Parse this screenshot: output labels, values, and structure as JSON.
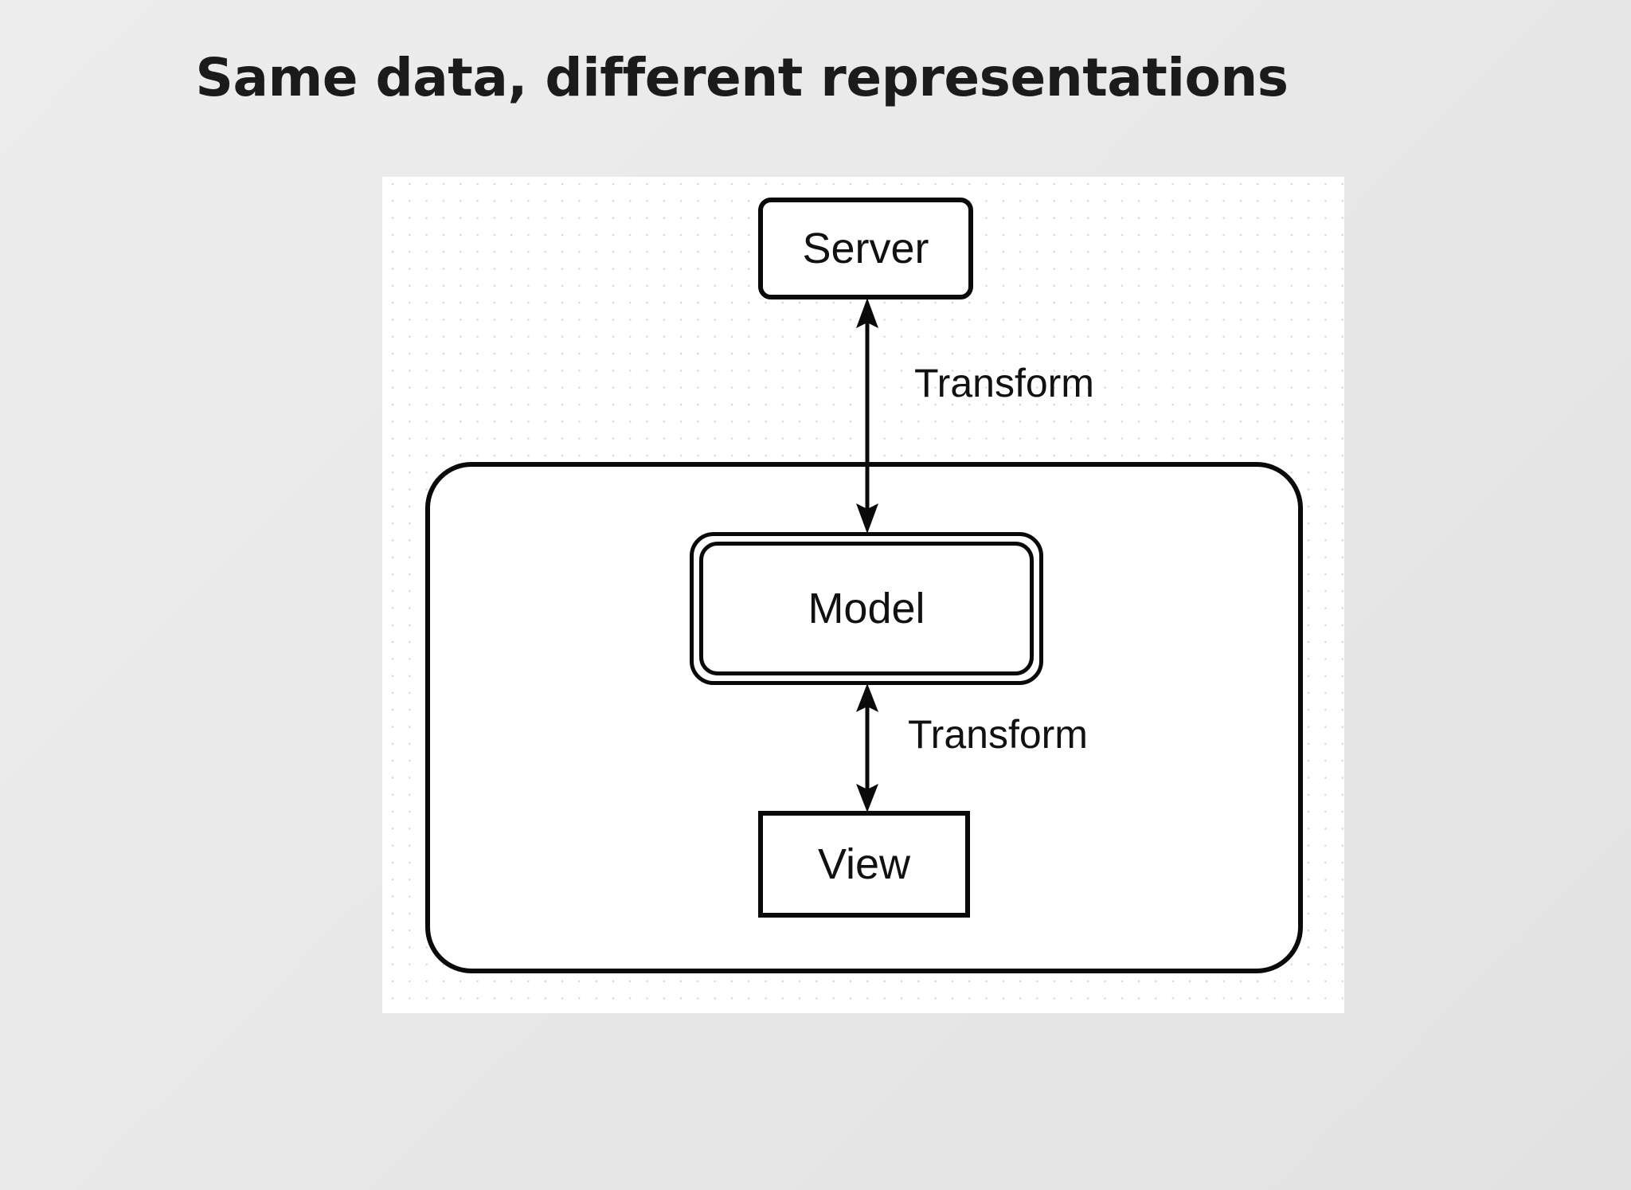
{
  "slide": {
    "title": "Same data, different representations",
    "background_color": "#eaeaea"
  },
  "diagram": {
    "canvas": {
      "name": "dotted-grid-canvas",
      "background_color": "#ffffff",
      "dot_color": "#d4d4d4"
    },
    "container": {
      "name": "client-container",
      "label": "",
      "shape": "rounded-rectangle",
      "border_color": "#0a0a0a"
    },
    "nodes": [
      {
        "id": "server",
        "label": "Server",
        "shape": "rounded-rectangle",
        "border_color": "#0a0a0a",
        "fill_color": "#ffffff"
      },
      {
        "id": "model",
        "label": "Model",
        "shape": "double-rounded-rectangle",
        "border_color": "#0a0a0a",
        "fill_color": "#ffffff"
      },
      {
        "id": "view",
        "label": "View",
        "shape": "rectangle",
        "border_color": "#0a0a0a",
        "fill_color": "#ffffff"
      }
    ],
    "edges": [
      {
        "id": "server-model",
        "label": "Transform",
        "from": "server",
        "to": "model",
        "arrowheads": "both",
        "color": "#0a0a0a"
      },
      {
        "id": "model-view",
        "label": "Transform",
        "from": "model",
        "to": "view",
        "arrowheads": "both",
        "color": "#0a0a0a"
      }
    ]
  }
}
